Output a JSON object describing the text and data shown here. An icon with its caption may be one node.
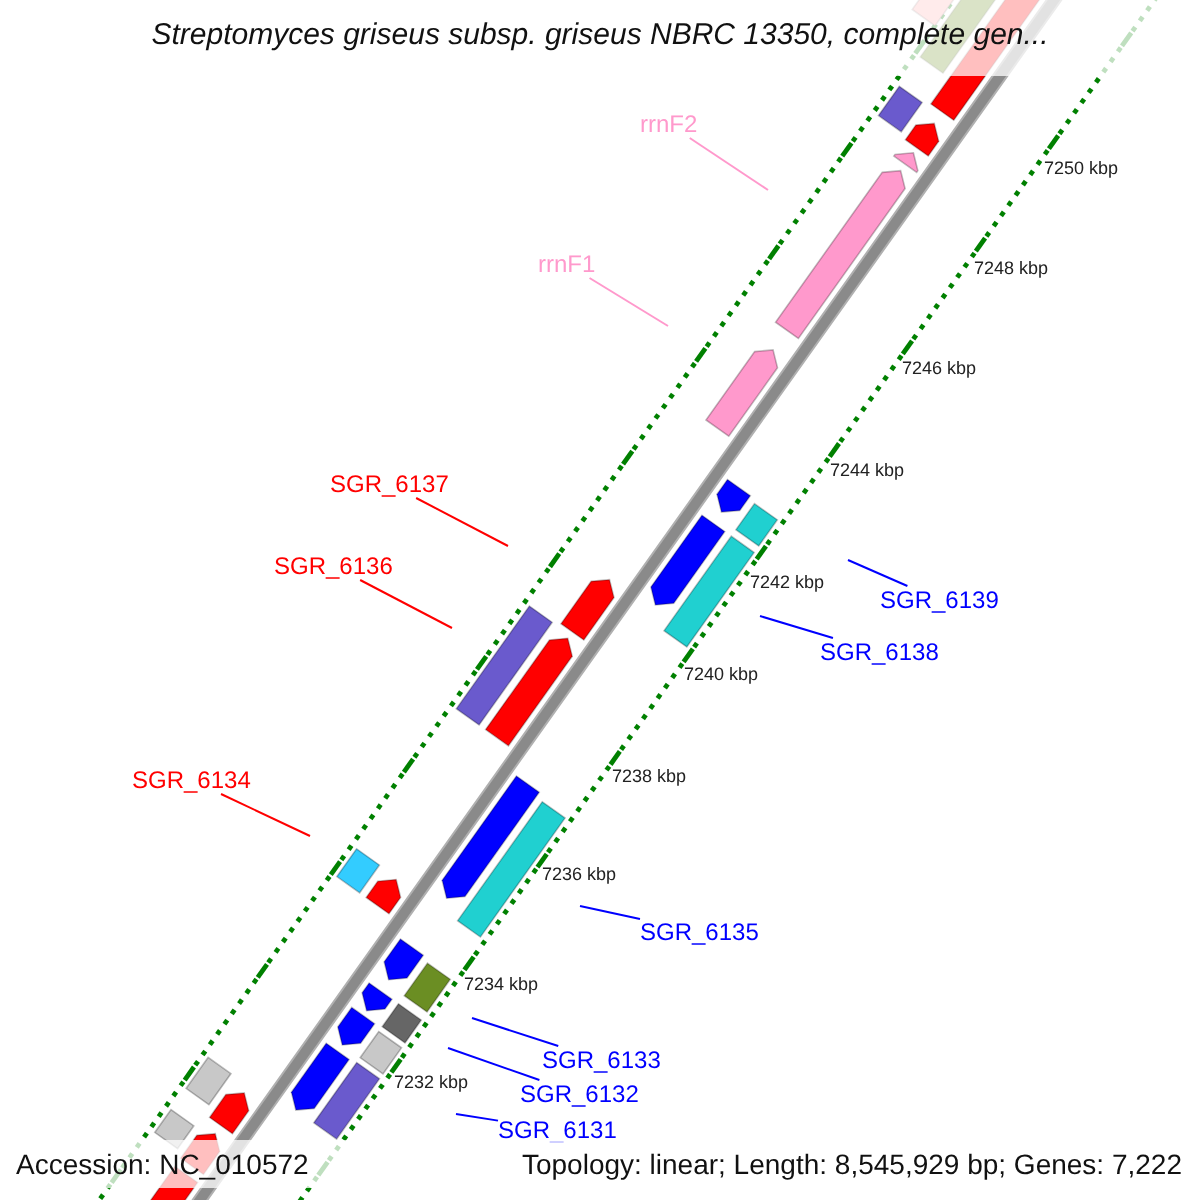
{
  "diagram": {
    "title": "Streptomyces griseus subsp. griseus NBRC 13350, complete gen...",
    "nodes": [
      {
        "text": [
          "rrnF2"
        ]
      },
      {
        "text": [
          "rrnF1"
        ]
      },
      {
        "text": [
          "SGR_6137"
        ]
      },
      {
        "text": [
          "SGR_6136"
        ]
      },
      {
        "text": [
          "SGR_6134"
        ]
      },
      {
        "text": [
          "SGR_6139"
        ]
      },
      {
        "text": [
          "SGR_6138"
        ]
      },
      {
        "text": [
          "SGR_6135"
        ]
      },
      {
        "text": [
          "SGR_6133"
        ]
      },
      {
        "text": [
          "SGR_6132"
        ]
      },
      {
        "text": [
          "SGR_6131"
        ]
      }
    ],
    "edges": [
      {
        "from": 0,
        "to": null,
        "arrow": "none",
        "color": "#ff99cc"
      },
      {
        "from": 1,
        "to": null,
        "arrow": "none",
        "color": "#ff99cc"
      },
      {
        "from": 2,
        "to": null,
        "arrow": "none",
        "color": "#ff0000"
      },
      {
        "from": 3,
        "to": null,
        "arrow": "none",
        "color": "#ff0000"
      },
      {
        "from": 4,
        "to": null,
        "arrow": "none",
        "color": "#ff0000"
      },
      {
        "from": 5,
        "to": null,
        "arrow": "none"
      },
      {
        "from": 6,
        "to": null,
        "arrow": "none"
      },
      {
        "from": 7,
        "to": null,
        "arrow": "none"
      },
      {
        "from": 8,
        "to": null,
        "arrow": "none"
      },
      {
        "from": 9,
        "to": null,
        "arrow": "none"
      },
      {
        "from": 10,
        "to": null,
        "arrow": "none"
      }
    ],
    "labels": [
      "7250 kbp",
      "7248 kbp",
      "7246 kbp",
      "7244 kbp",
      "7242 kbp",
      "7240 kbp",
      "7238 kbp",
      "7236 kbp",
      "7234 kbp",
      "7232 kbp",
      "Accession: NC_010572",
      "Topology: linear; Length: 8,545,929 bp; Genes: 7,222"
    ]
  }
}
